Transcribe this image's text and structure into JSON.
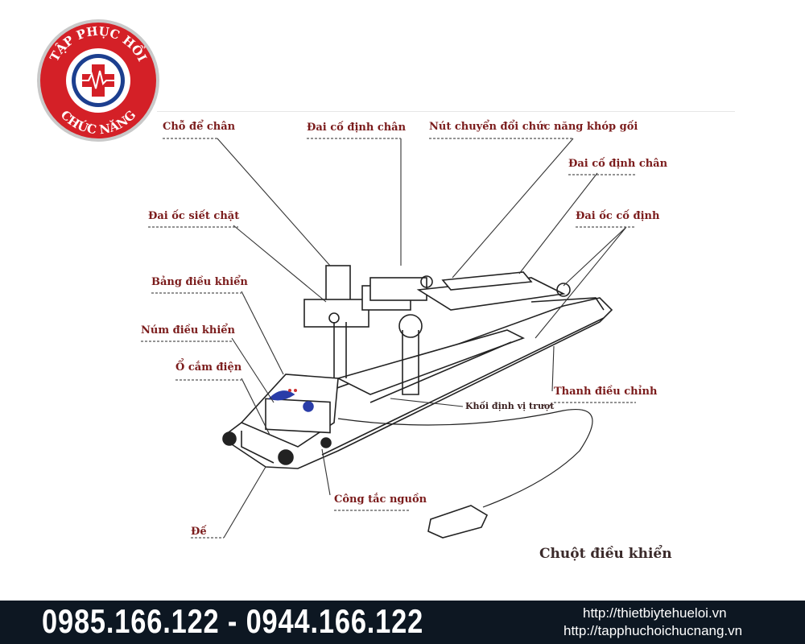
{
  "logo": {
    "top_text": "TẬP PHỤC HỒI",
    "bottom_text": "CHỨC NĂNG"
  },
  "labels": {
    "foot_rest": "Chỗ để chân",
    "foot_strap_1": "Đai cố định chân",
    "knee_switch": "Nút chuyển đổi chức năng khóp gối",
    "foot_strap_2": "Đai cố định chân",
    "tighten_nut": "Đai ốc siết chặt",
    "fixing_nut": "Đai ốc cố định",
    "control_panel": "Bảng điều khiển",
    "control_knob": "Núm điều khiển",
    "power_socket": "Ổ cắm điện",
    "adjust_bar": "Thanh điều chỉnh",
    "slide_block": "Khối định vị trượt",
    "power_switch": "Công tắc nguồn",
    "base": "Đế",
    "control_mouse": "Chuột điều khiển"
  },
  "footer": {
    "phones": "0985.166.122 - 0944.166.122",
    "url1": "http://thietbiytehueloi.vn",
    "url2": "http://tapphuchoichucnang.vn"
  },
  "colors": {
    "label": "#7b1c1c",
    "footer_bg": "#0d1722",
    "logo_red": "#d42027"
  }
}
